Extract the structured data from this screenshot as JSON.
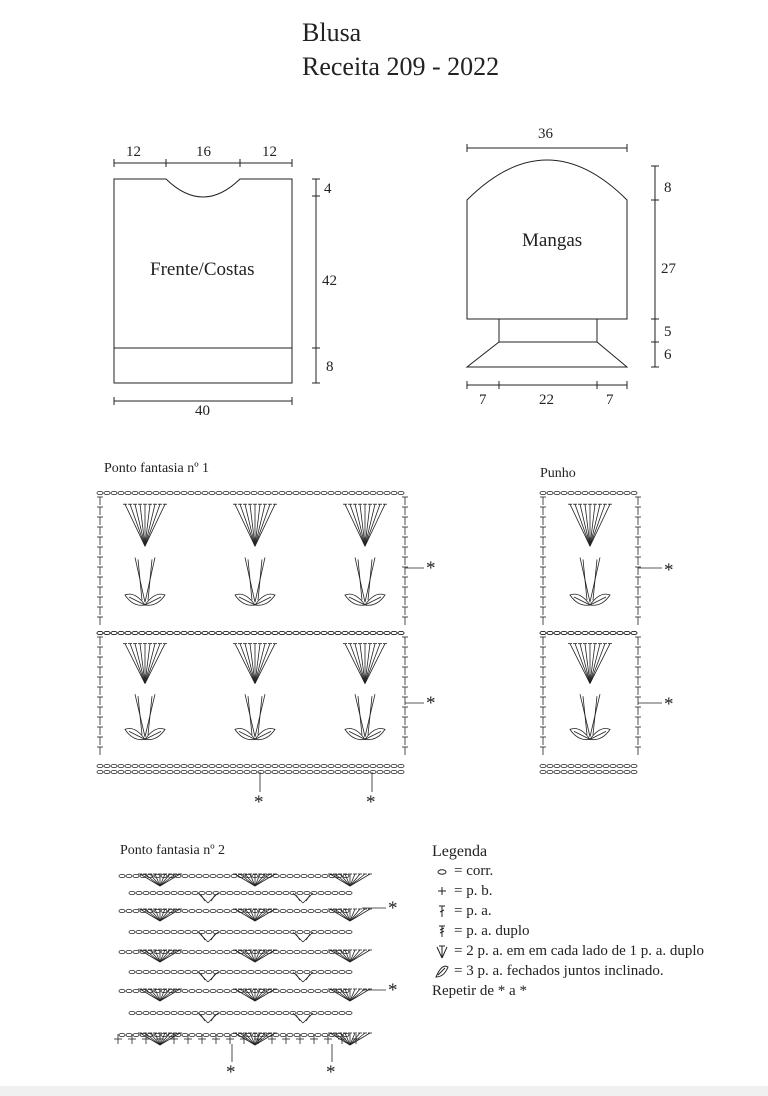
{
  "title": {
    "line1": "Blusa",
    "line2": "Receita 209 - 2022"
  },
  "body_piece": {
    "label": "Frente/Costas",
    "dims": {
      "top_left": "12",
      "top_mid": "16",
      "top_right": "12",
      "right_top": "4",
      "right_mid": "42",
      "right_bottom": "8",
      "bottom": "40"
    }
  },
  "sleeve_piece": {
    "label": "Mangas",
    "dims": {
      "top": "36",
      "right_top": "8",
      "right_mid": "27",
      "right_band": "5",
      "right_cuff": "6",
      "bottom_left": "7",
      "bottom_mid": "22",
      "bottom_right": "7"
    }
  },
  "chart1": {
    "label": "Ponto fantasia nº 1",
    "marker": "*"
  },
  "chart_cuff": {
    "label": "Punho",
    "marker": "*"
  },
  "chart2": {
    "label": "Ponto fantasia nº 2",
    "marker": "*"
  },
  "legend": {
    "title": "Legenda",
    "items": [
      "= corr.",
      "= p. b.",
      "= p. a.",
      "= p. a. duplo",
      "= 2 p. a. em em cada lado de 1 p. a. duplo",
      "= 3 p. a. fechados juntos inclinado."
    ],
    "repeat": "Repetir de * a *"
  },
  "colors": {
    "ink": "#222222",
    "background": "#ffffff"
  }
}
